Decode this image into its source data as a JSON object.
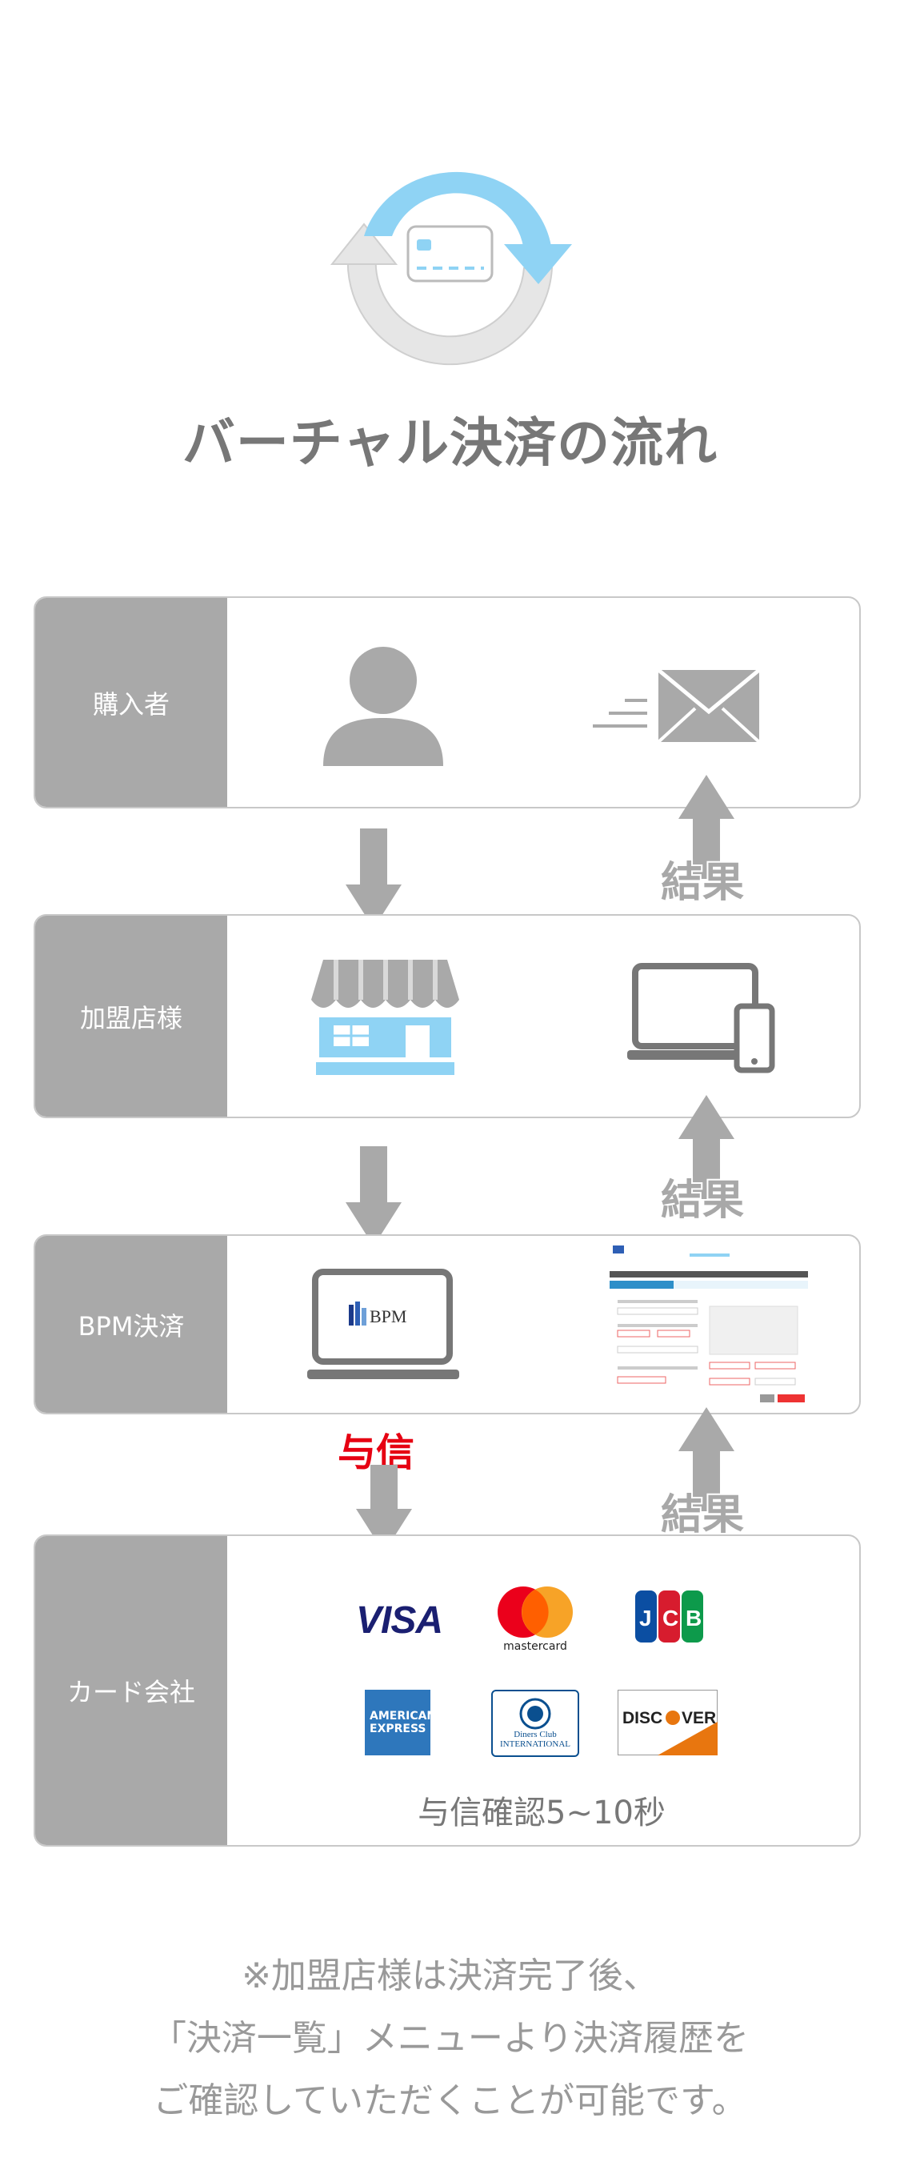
{
  "title": "バーチャル決済の流れ",
  "rows": [
    {
      "label": "購入者"
    },
    {
      "label": "加盟店様"
    },
    {
      "label": "BPM決済"
    },
    {
      "label": "カード会社"
    }
  ],
  "result_label": "結果",
  "credit_label": "与信",
  "card_brands": [
    "VISA",
    "mastercard",
    "JCB",
    "AMERICAN EXPRESS",
    "Diners Club INTERNATIONAL",
    "DISCOVER"
  ],
  "confirm_text": "与信確認5~10秒",
  "bpm_logo": "BPM",
  "note_lines": [
    "※加盟店様は決済完了後、",
    "「決済一覧」メニューより決済履歴を",
    "ご確認していただくことが可能です。"
  ],
  "colors": {
    "label_bg": "#a9a9a9",
    "icon_gray": "#a9a9a9",
    "accent_blue": "#8fd3f4",
    "credit_red": "#e60012"
  }
}
